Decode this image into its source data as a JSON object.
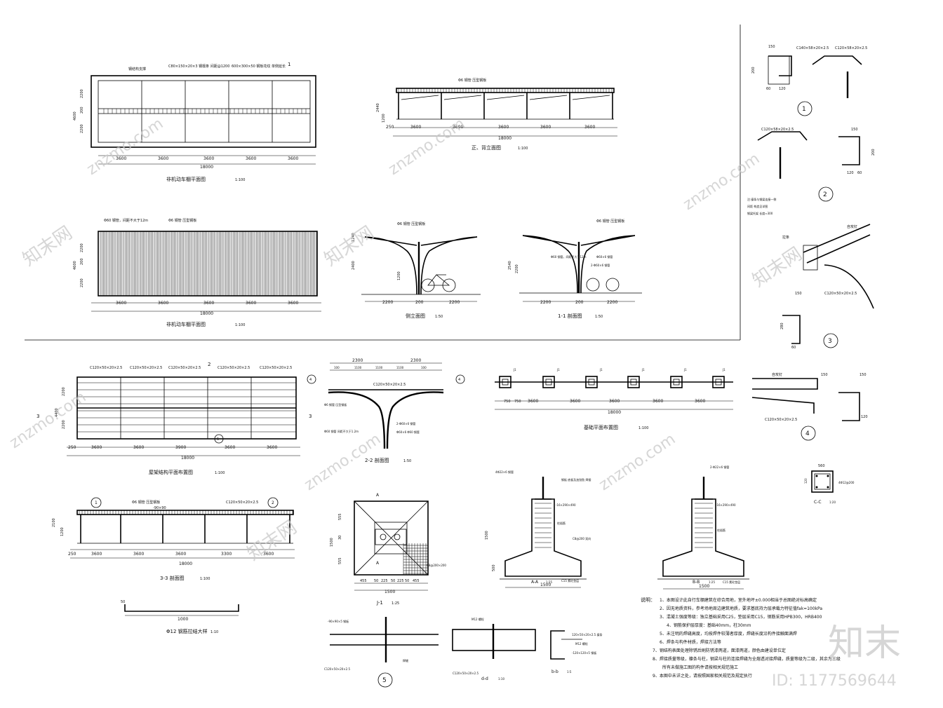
{
  "views": {
    "plan1": {
      "title": "非机动车棚平面图",
      "scale": "1:100",
      "dims_bottom": [
        "3600",
        "3600",
        "3600",
        "3600",
        "3600"
      ],
      "total": "18000",
      "dims_left": [
        "2200",
        "200",
        "2200"
      ],
      "left_total": "4600",
      "note1": "钢结构支撑",
      "note2": "C80×150×20×3 钢檩条 间距@1200",
      "note3": "600×300×50 钢板花纹 单侧延长",
      "mark": "1"
    },
    "elevation_front": {
      "title": "正、背立面图",
      "scale": "1:100",
      "dims_bottom": [
        "3600",
        "3600",
        "3600",
        "3600",
        "3600"
      ],
      "total": "18000",
      "side": "250",
      "left_dims": [
        "2440",
        "1200"
      ],
      "note": "Φ6 钢管 压型钢板"
    },
    "plan2": {
      "title": "非机动车棚平面图",
      "scale": "1:100",
      "note1": "Φ60 钢管，间距不大于12m",
      "note2": "Φ6 钢管 压型钢板",
      "dims_bottom": [
        "3600",
        "3600",
        "3600",
        "3600",
        "3600"
      ],
      "total": "18000",
      "dims_left": [
        "2200",
        "200",
        "2200"
      ],
      "left_total": "4600"
    },
    "side_elev": {
      "title": "侧立面图",
      "scale": "1:50",
      "dims_bottom": [
        "2200",
        "200",
        "2200"
      ],
      "dims_left": [
        "1240",
        "2400",
        "1200"
      ],
      "note": "Φ6 钢管 压型钢板"
    },
    "section11": {
      "title": "1-1 剖面图",
      "scale": "1:50",
      "dims_bottom": [
        "2200",
        "200",
        "2200"
      ],
      "dims_left": [
        "2540",
        "2200"
      ],
      "notes": [
        "Φ6 钢管 压型钢板",
        "Φ60 钢管，间距不大于12m",
        "Φ60×6 钢管",
        "2-Φ60×6 钢管"
      ]
    },
    "roof_struct": {
      "title": "屋架结构平面布置图",
      "scale": "1:100",
      "mark": "2",
      "mark_side": "3",
      "labels": [
        "C120×50×20×2.5",
        "C120×50×20×2.5",
        "C120×50×20×2.5",
        "C120×50×20×2.5",
        "C120×50×20×2.5"
      ],
      "dims_bottom": [
        "3600",
        "3600",
        "3900",
        "3600",
        "3600"
      ],
      "total": "18000",
      "side": "250",
      "dims_left": [
        "2200",
        "2200"
      ],
      "left_total": "4400",
      "detail": "5"
    },
    "section22": {
      "title": "2-2 剖面图",
      "scale": "1:50",
      "dims_top": [
        "2300",
        "2300"
      ],
      "dims_top2": [
        "100",
        "1100",
        "1100",
        "1100",
        "100"
      ],
      "notes": [
        "Φ6 钢管 压型钢板",
        "C120×50×20×2.5",
        "Φ60 钢管 间距不大于1.2m",
        "2-Φ60×6 钢管",
        "Φ60×6 Φ60 钢管"
      ],
      "marks": [
        "4",
        "4"
      ]
    },
    "foundation_plan": {
      "title": "基础平面布置图",
      "scale": "1:100",
      "marks": [
        "J1",
        "J1",
        "J1",
        "J1",
        "J1",
        "J1"
      ],
      "dims_bottom": [
        "3600",
        "3600",
        "3600",
        "3600",
        "3600"
      ],
      "total": "18000",
      "side": [
        "750",
        "750"
      ]
    },
    "section33": {
      "title": "3-3 剖面图",
      "scale": "1:100",
      "marks": [
        "1",
        "2"
      ],
      "notes": [
        "Φ6 钢管 压型钢板",
        "-90×90",
        "C120×50×20×2.5"
      ],
      "dims_bottom": [
        "3600",
        "3600",
        "3600",
        "3300",
        "3600"
      ],
      "total": "18000",
      "side": "250",
      "dims_left": [
        "2100",
        "1200"
      ]
    },
    "bar_detail": {
      "title": "Φ12 钢筋拉结大样",
      "scale": "1:10",
      "dim": "1000",
      "end": "50"
    },
    "j1": {
      "title": "J-1",
      "scale": "1:25",
      "dims_bottom": [
        "455",
        "50",
        "225",
        "50",
        "225",
        "50",
        "455"
      ],
      "total": "1500",
      "dims_left": [
        "555",
        "30",
        "555"
      ],
      "left_total": "1500",
      "mark": "A",
      "note": "C8@200×200"
    },
    "section_aa": {
      "title": "A-A",
      "scale": "1:25",
      "dim_bottom": "1500",
      "dim_left": [
        "1500",
        "500"
      ],
      "notes": [
        "4Φ22×6 钢管",
        "钢板 底板及加劲肋 焊接",
        "-16×290×490",
        "柱插筋",
        "C8@200 双向",
        "C15 素砼垫层"
      ]
    },
    "section_bb": {
      "title": "B-B",
      "scale": "1:25",
      "dim_bottom": "1500",
      "notes": [
        "2-Φ22×6 钢管",
        "-16×290×490",
        "柱插筋",
        "C15 素砼垫层"
      ]
    },
    "section_cc": {
      "title": "C-C",
      "scale": "1:20",
      "dims": [
        "560",
        "120",
        "120"
      ],
      "note": "4Φ12@200"
    },
    "detail1": {
      "mark": "1",
      "labels": [
        "C140×58×20×2.5",
        "C120×58×20×2.5"
      ],
      "dims": [
        "200",
        "150",
        "60",
        "120"
      ]
    },
    "detail2": {
      "mark": "2",
      "labels": [
        "C120×58×20×2.5"
      ],
      "dims": [
        "200",
        "150",
        "120",
        "60"
      ]
    },
    "detail3": {
      "mark": "3",
      "labels": [
        "C120×50×20×2.5",
        "自攻钉",
        "拉条"
      ],
      "notes": [
        "注:檩条与钢梁连接一侧",
        "间距 构造见详图",
        "钢梁托架 长度≈300"
      ],
      "dims": [
        "150",
        "280",
        "60"
      ]
    },
    "detail4": {
      "mark": "4",
      "labels": [
        "C120×50×20×2.5",
        "自攻钉"
      ],
      "dims": [
        "150",
        "150",
        "120"
      ]
    },
    "detail5": {
      "mark": "5",
      "labels": [
        "-90×90×5 钢板",
        "C120×50×20×2.5"
      ],
      "note": "焊缝"
    },
    "detail_dd": {
      "title": "d-d",
      "scale": "1:10",
      "labels": [
        "M12 螺栓",
        "C120×50×20×2.5"
      ]
    },
    "detail_bb": {
      "title": "b-b",
      "scale": "1:5",
      "labels": [
        "120×50×20×2.5 檩条",
        "M12 螺栓",
        "-120×120×5 钢板"
      ]
    }
  },
  "notes": {
    "heading": "说明：",
    "items": [
      "1、本图设计此自行车棚建筑在综合用地，室外地坪±0.000相当于总图绝对标高确定",
      "2、因无地质资料，参考场地周边建筑地质，要求基底持力层承载力特征值fak=100kPa",
      "3、混凝土强度等级：独立基础采用C25，垫层采用C15，钢筋采用HPB300，HRB400",
      "4、钢筋保护层厚度：基础40mm，柱30mm",
      "5、未注明的焊缝高度，均按焊件较薄者厚度，焊缝长度沿构件接触面满焊",
      "6、焊条与构件材质，焊接方法等",
      "7、钢结构表面处理除锈后刷防锈漆两道，面漆两道，颜色由建设单位定",
      "8、焊接质量等级，檩条与柱，钢梁与柱的连接焊缝为全熔透对接焊缝，质量等级为二级，其余为三级",
      "所有未做施工图的构件请按相关规范施工",
      "9、本图中未详之处，请按照国家相关规范及规定执行"
    ]
  },
  "watermark": {
    "brand": "znzmo.com",
    "id": "ID: 1177569644",
    "logo": "知末",
    "cn": "知末网"
  }
}
